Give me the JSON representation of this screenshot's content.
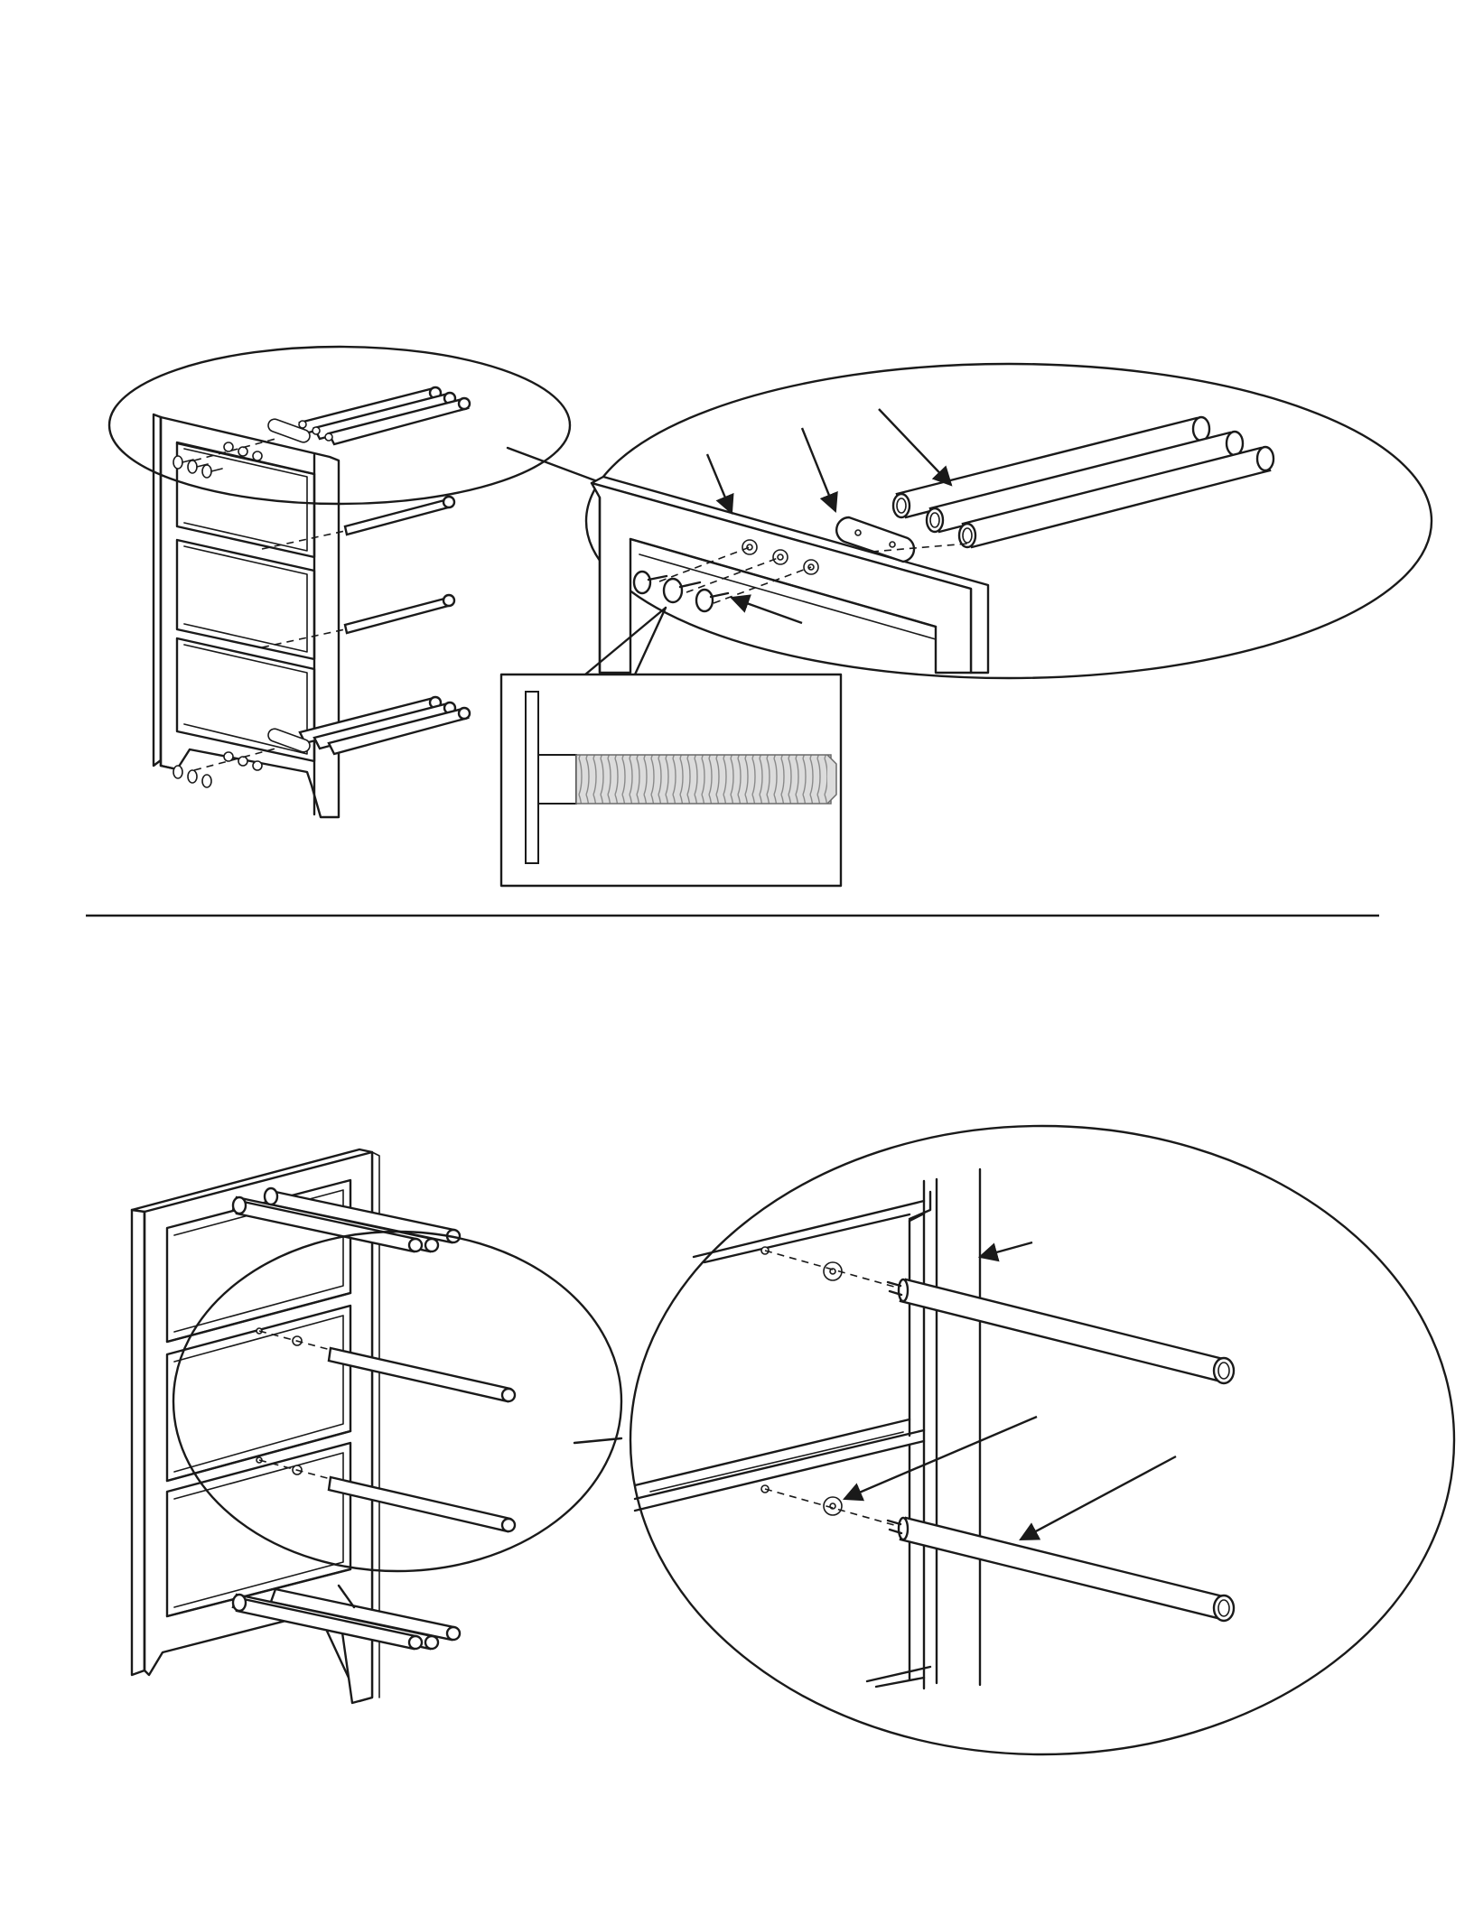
{
  "diagram": {
    "figures": [
      {
        "id": "step-top",
        "parts": [
          "side-panel",
          "connector-plate",
          "rods",
          "bolts",
          "washers",
          "bolt-detail-inset"
        ]
      },
      {
        "id": "step-bottom",
        "parts": [
          "side-panel",
          "rods",
          "washers",
          "bolts"
        ]
      }
    ],
    "icons": [
      "arrow-icon",
      "bolt-icon",
      "washer-icon",
      "rod-icon"
    ],
    "colors": {
      "line": "#1a1a1a",
      "background": "#ffffff",
      "detail_bolt": "#c8c8c8"
    }
  }
}
